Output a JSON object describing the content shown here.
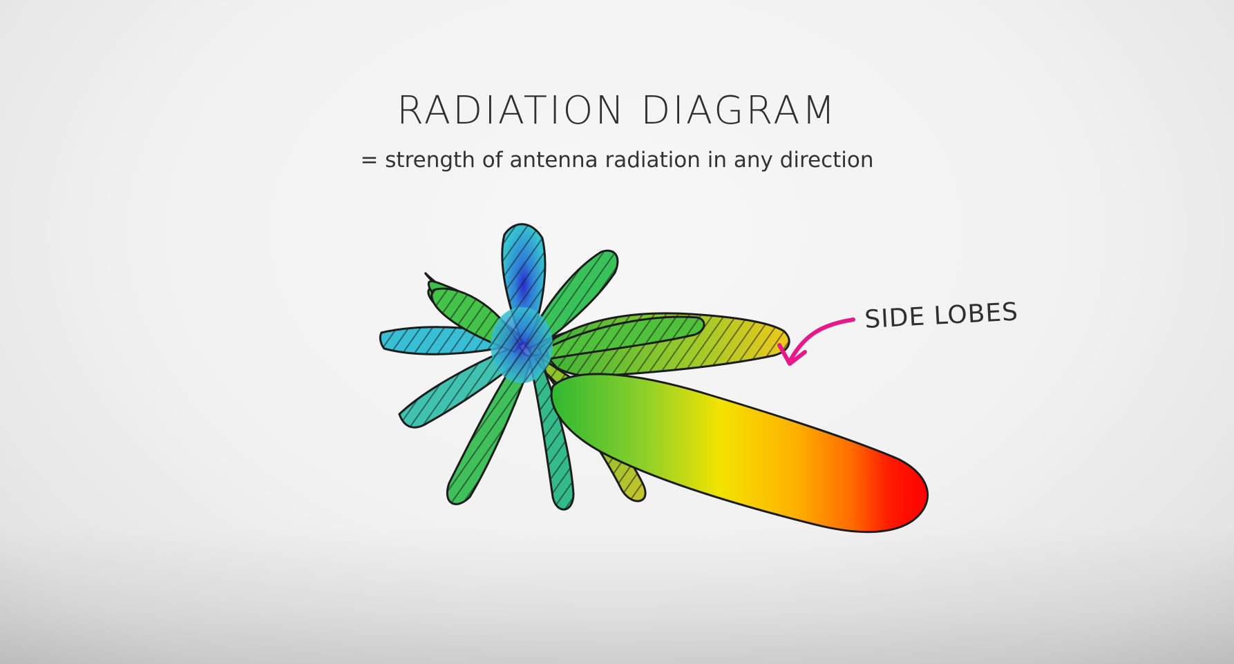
{
  "header": {
    "title": "RADIATION DIAGRAM",
    "subtitle": "= strength of antenna radiation in any direction"
  },
  "annotations": {
    "side_lobes_label": "SIDE LOBES",
    "arrow_color": "#e8178a"
  },
  "palette": {
    "main_lobe_tip": "#ff0000",
    "main_lobe_mid": "#ffe000",
    "side_lobe_green": "#2fbf2f",
    "back_lobe_cyan": "#2fc0d8",
    "center_blue": "#2828c8"
  }
}
